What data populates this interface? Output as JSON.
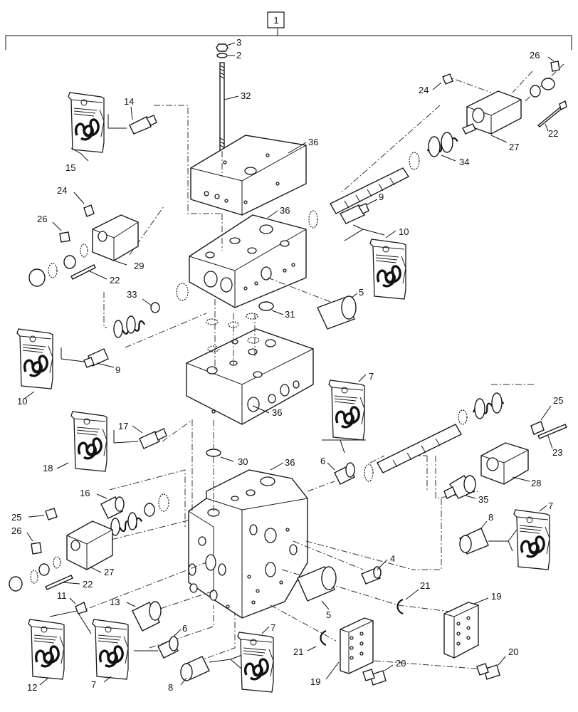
{
  "assembly_callout": "1",
  "callouts": {
    "c2": "2",
    "c3": "3",
    "c32": "32",
    "c26a": "26",
    "c24a": "24",
    "c22a": "22",
    "c27a": "27",
    "c34": "34",
    "c14": "14",
    "c15": "15",
    "c36a": "36",
    "c24b": "24",
    "c26b": "26",
    "c9a": "9",
    "c36b": "36",
    "c10a": "10",
    "c29": "29",
    "c22b": "22",
    "c33": "33",
    "c31": "31",
    "c5a": "5",
    "c9b": "9",
    "c10b": "10",
    "c36c": "36",
    "c7a": "7",
    "c25a": "25",
    "c23": "23",
    "c17": "17",
    "c18": "18",
    "c30": "30",
    "c6a": "6",
    "c36d": "36",
    "c28": "28",
    "c35": "35",
    "c16": "16",
    "c25b": "25",
    "c26c": "26",
    "c27b": "27",
    "c22c": "22",
    "c8a": "8",
    "c7b": "7",
    "c4": "4",
    "c11": "11",
    "c13": "13",
    "c21a": "21",
    "c5b": "5",
    "c19a": "19",
    "c12": "12",
    "c7c": "7",
    "c6b": "6",
    "c7d": "7",
    "c8b": "8",
    "c21b": "21",
    "c19b": "19",
    "c20a": "20",
    "c20b": "20"
  },
  "icons": [
    "seal-kit-bag-icon",
    "valve-block-icon",
    "relief-valve-icon",
    "solenoid-cap-icon",
    "spring-icon",
    "spool-icon",
    "o-ring-icon",
    "bolt-icon",
    "cover-plate-icon"
  ]
}
